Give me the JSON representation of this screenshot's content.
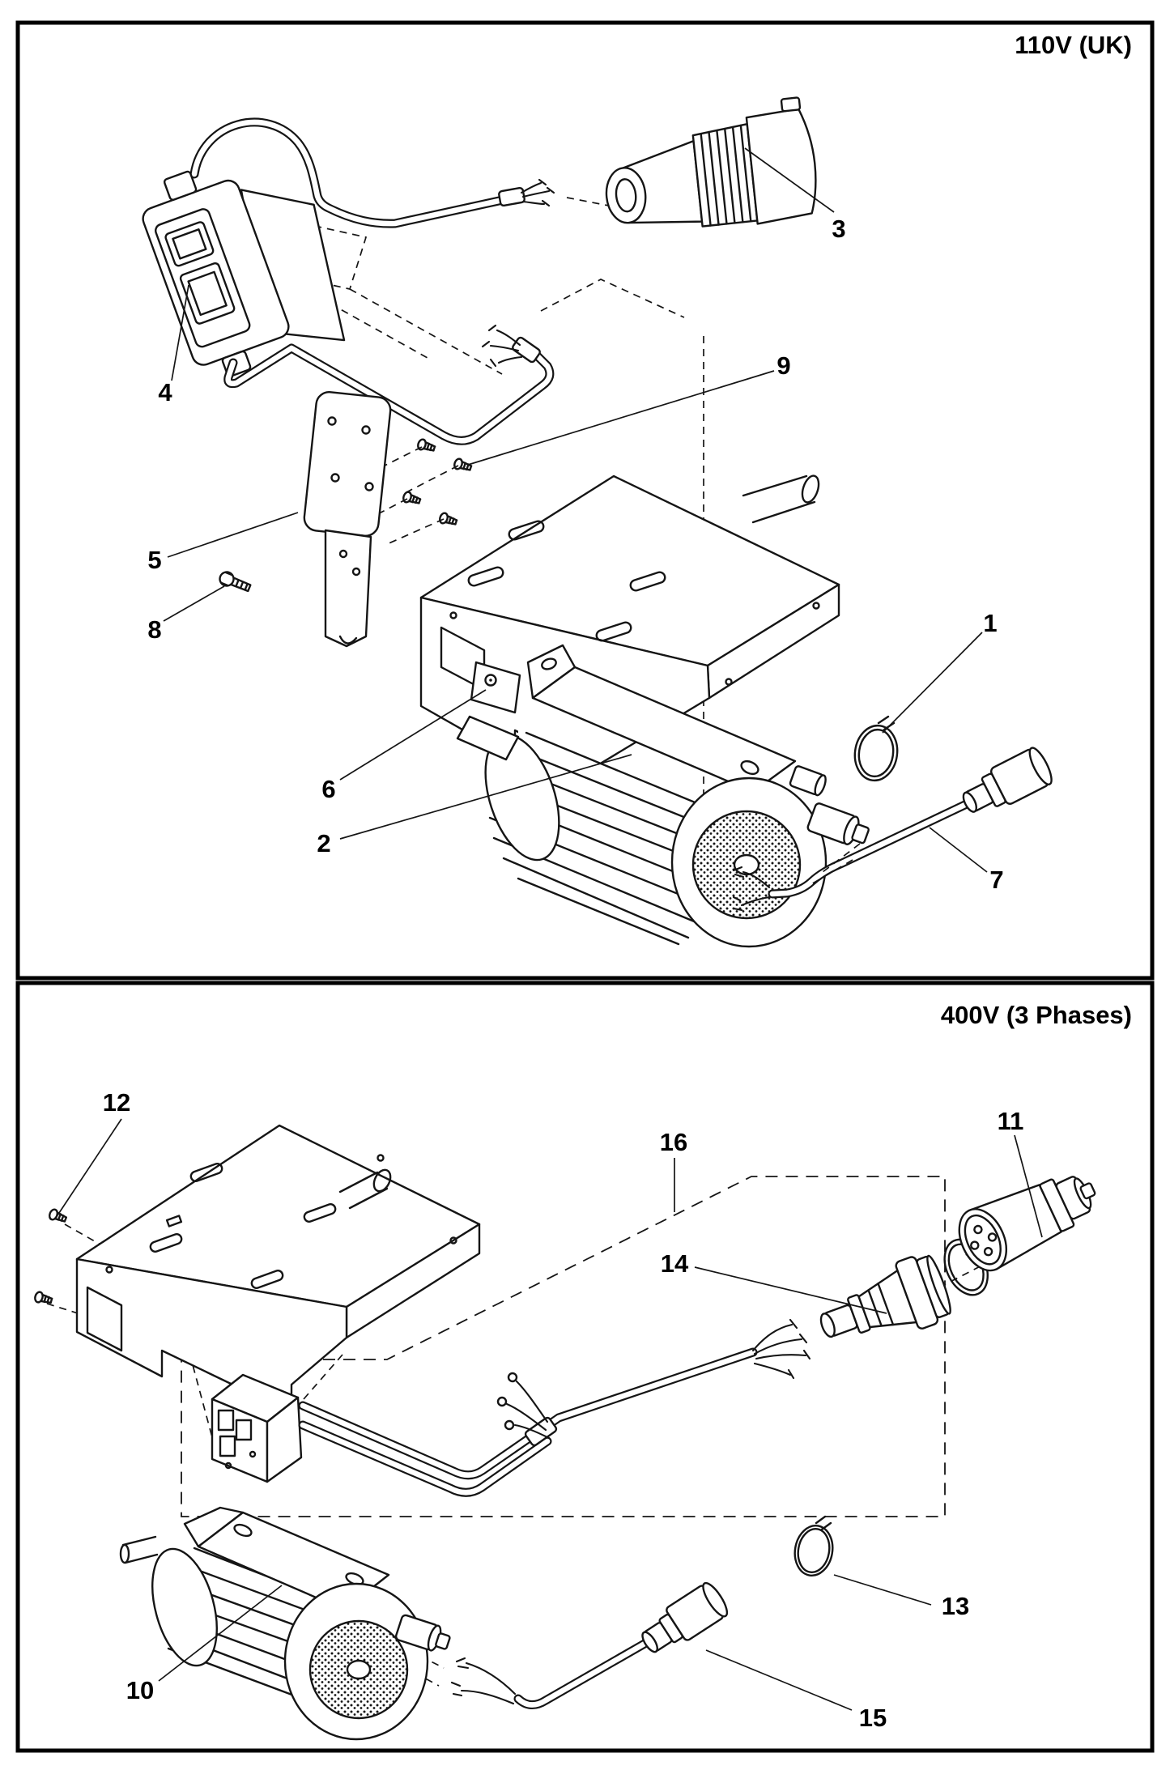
{
  "colors": {
    "line": "#151515",
    "background": "#ffffff",
    "panel_border": "#000000"
  },
  "panels": [
    {
      "id": "panel-110v-uk",
      "title": "110V (UK)",
      "callouts": [
        {
          "label": "1",
          "part": "clamp-ring"
        },
        {
          "label": "2",
          "part": "electric-motor"
        },
        {
          "label": "3",
          "part": "power-plug-110v"
        },
        {
          "label": "4",
          "part": "switch-assembly"
        },
        {
          "label": "5",
          "part": "mounting-bracket"
        },
        {
          "label": "6",
          "part": "spacer-plate"
        },
        {
          "label": "7",
          "part": "motor-cable"
        },
        {
          "label": "8",
          "part": "bolt"
        },
        {
          "label": "9",
          "part": "screw-set"
        }
      ]
    },
    {
      "id": "panel-400v-3ph",
      "title": "400V (3 Phases)",
      "callouts": [
        {
          "label": "10",
          "part": "electric-motor"
        },
        {
          "label": "11",
          "part": "power-socket-3ph"
        },
        {
          "label": "12",
          "part": "screw"
        },
        {
          "label": "13",
          "part": "clamp-ring"
        },
        {
          "label": "14",
          "part": "power-plug-3ph"
        },
        {
          "label": "15",
          "part": "motor-cable"
        },
        {
          "label": "16",
          "part": "cable-harness"
        }
      ]
    }
  ]
}
